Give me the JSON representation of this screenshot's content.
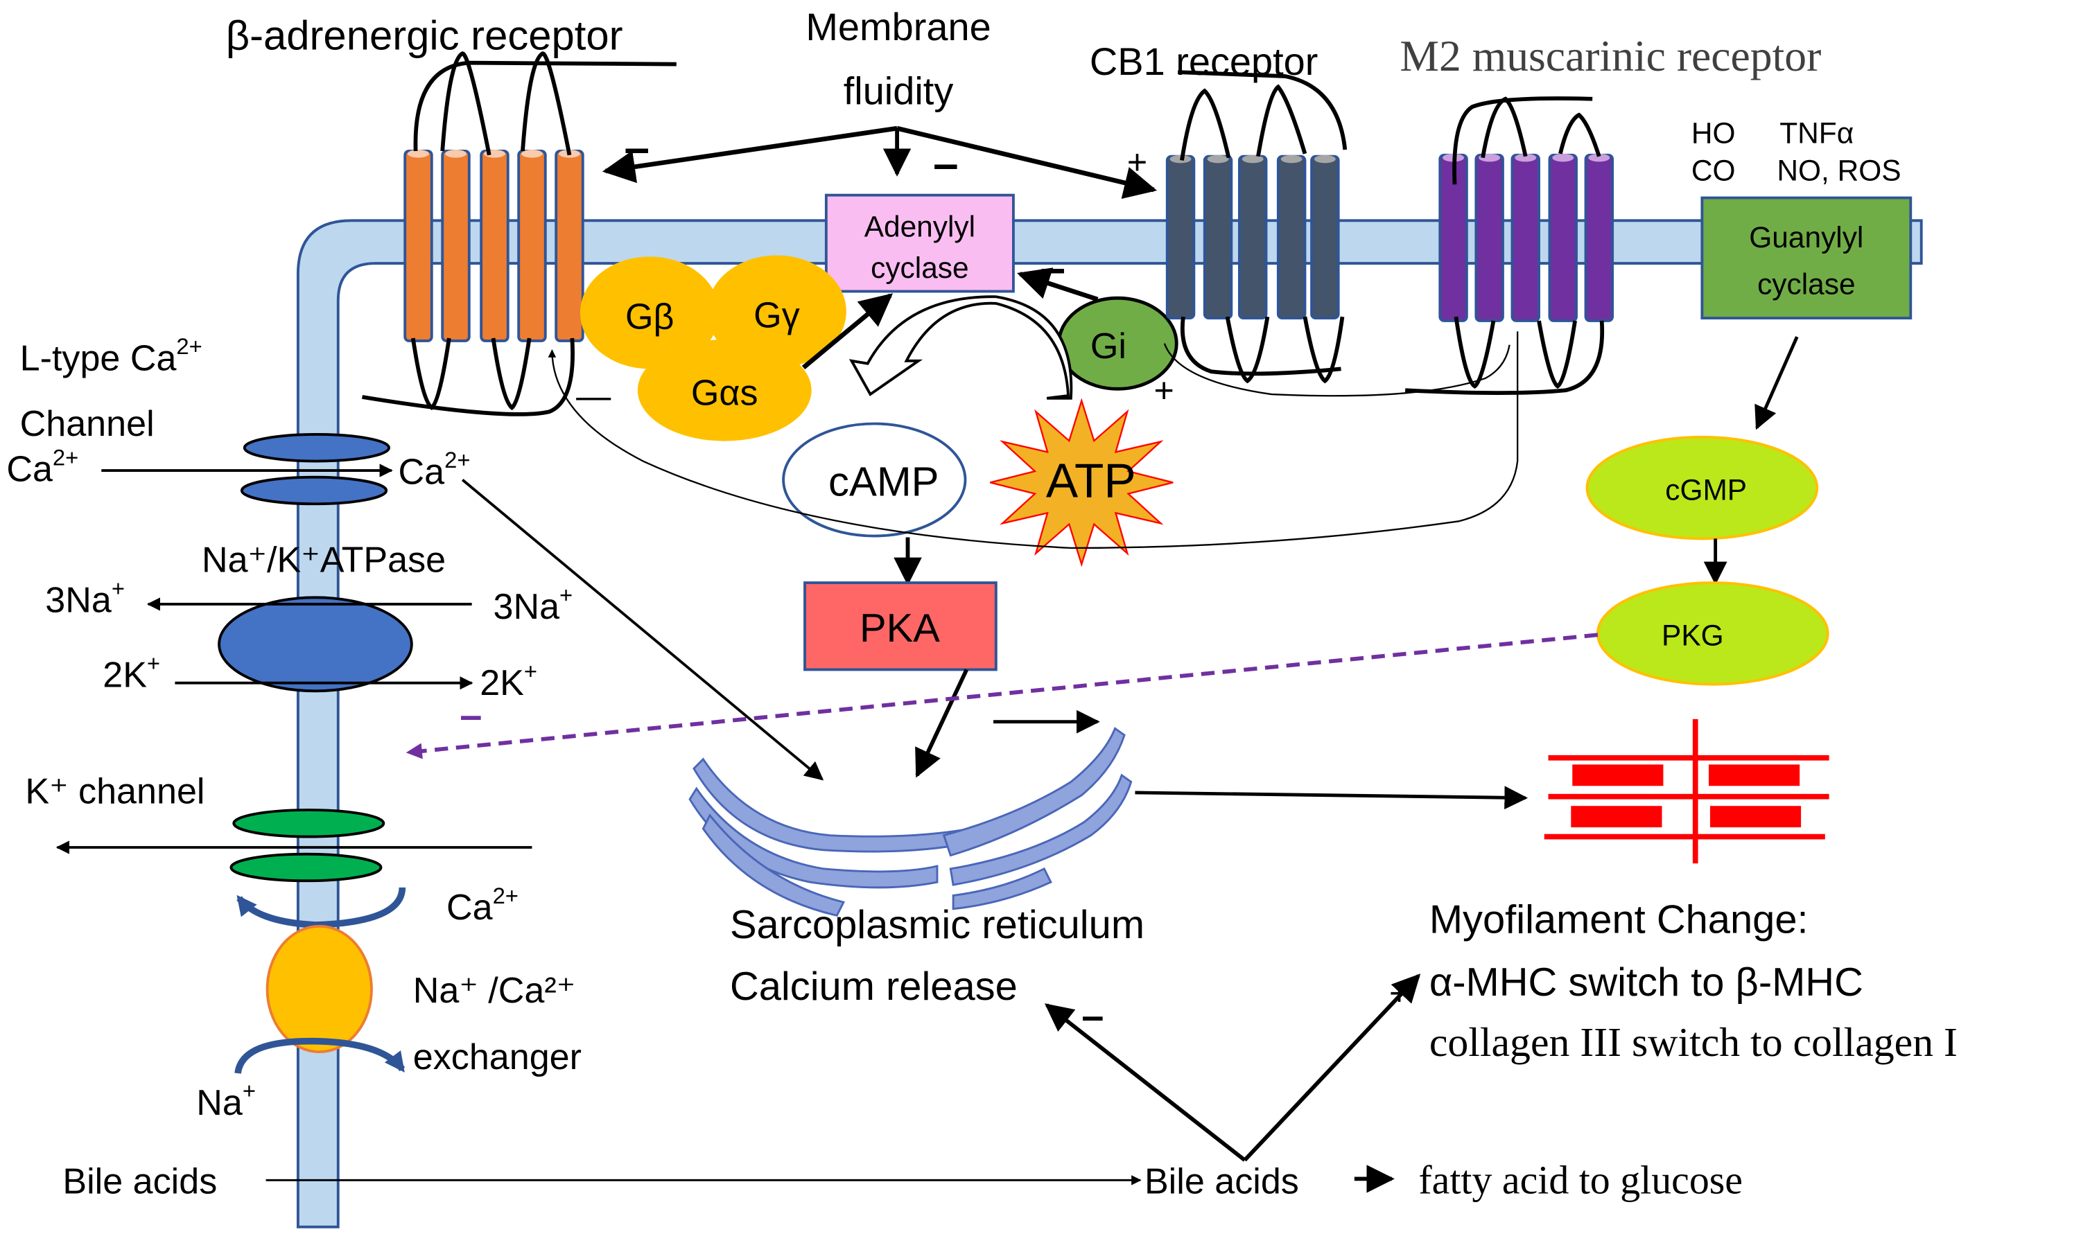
{
  "labels": {
    "beta_receptor": "β-adrenergic receptor",
    "membrane_fluidity_1": "Membrane",
    "membrane_fluidity_2": "fluidity",
    "cb1_receptor": "CB1 receptor",
    "m2_receptor": "M2 muscarinic receptor",
    "gc_activators": [
      "HO",
      "TNFα",
      "CO",
      "NO, ROS"
    ],
    "adenylyl_cyclase": [
      "Adenylyl",
      "cyclase"
    ],
    "guanylyl_cyclase": [
      "Guanylyl",
      "cyclase"
    ],
    "g_beta": "Gβ",
    "g_gamma": "Gγ",
    "g_alpha_s": "Gαs",
    "g_i": "Gi",
    "camp": "cAMP",
    "atp": "ATP",
    "pka": "PKA",
    "cgmp": "cGMP",
    "pkg": "PKG",
    "l_type_1": "L-type Ca",
    "l_type_sup": "2+",
    "l_type_2": "Channel",
    "ca": "Ca",
    "ca_sup": "2+",
    "nak_atpase": "Na⁺/K⁺ATPase",
    "three_na": "3Na",
    "two_k": "2K",
    "plus_sup": "+",
    "k_channel": "K⁺ channel",
    "nca_1": "Na⁺ /Ca²⁺",
    "nca_2": "exchanger",
    "na": "Na",
    "bile_acids": "Bile acids",
    "fatty_acid": "fatty acid to glucose",
    "sr_1": "Sarcoplasmic reticulum",
    "sr_2": "Calcium release",
    "myo_1": "Myofilament Change:",
    "myo_2": "α-MHC switch to β-MHC",
    "myo_3": "collagen III switch to collagen I"
  },
  "signs": {
    "minus": "–",
    "plus": "+",
    "dash": "—"
  },
  "colors": {
    "membrane": "#bdd7ee",
    "membrane_edge": "#2f5597",
    "beta_receptor": "#ed7d31",
    "cb1_receptor": "#44546a",
    "m2_receptor": "#7030a0",
    "g_protein": "#ffc000",
    "g_i": "#70ad47",
    "adenylyl_cyclase": "#f9bdf1",
    "guanylyl_cyclase": "#70ad47",
    "pka": "#ff6666",
    "cgmp_pkg": "#bbe81a",
    "atp": "#f3b225",
    "l_type_channel": "#4472c4",
    "k_channel": "#00b050",
    "exchanger": "#ffc000",
    "inhibit_purple": "#7030a0",
    "myofilament": "#ff0000",
    "sr": "#8fa3dc"
  }
}
